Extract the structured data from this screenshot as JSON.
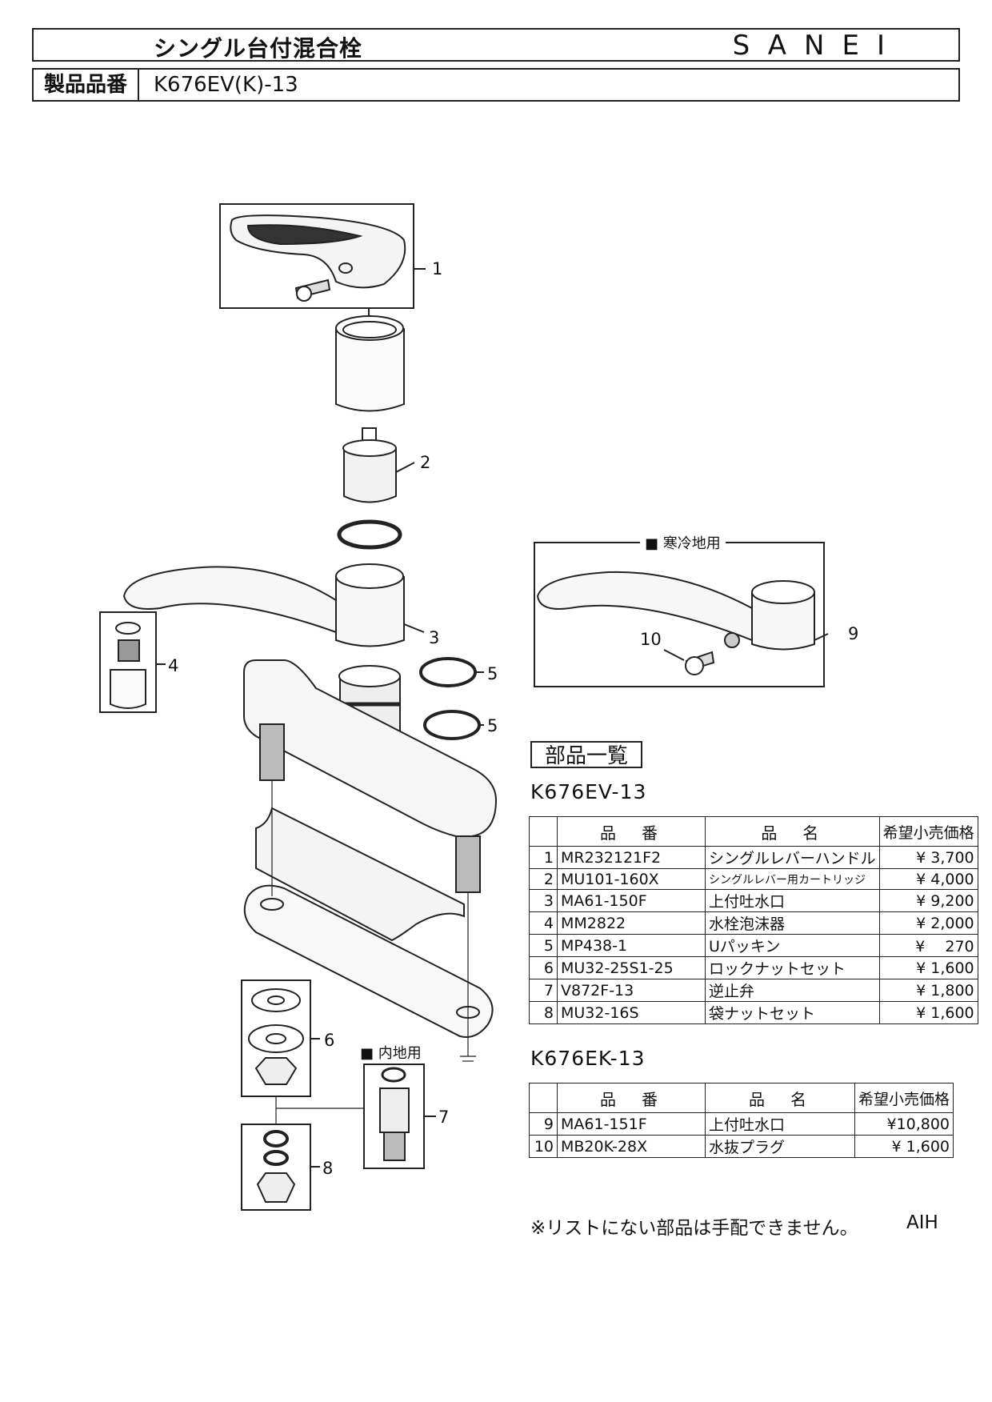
{
  "header": {
    "title": "シングル台付混合栓",
    "brand": "SANEI",
    "part_no_label": "製品品番",
    "part_no": "K676EV(K)-13"
  },
  "diagram": {
    "callouts": [
      "1",
      "2",
      "3",
      "4",
      "5",
      "5",
      "6",
      "7",
      "8",
      "9",
      "10"
    ],
    "cold_region_label": "■ 寒冷地用",
    "inland_label": "■ 内地用"
  },
  "parts_section": {
    "title": "部品一覧",
    "table_headers": [
      "品　番",
      "品　名",
      "希望小売価格"
    ],
    "model_a": "K676EV-13",
    "rows_a": [
      {
        "no": "1",
        "code": "MR232121F2",
        "name": "シングルレバーハンドル",
        "price": "¥ 3,700"
      },
      {
        "no": "2",
        "code": "MU101-160X",
        "name": "シングルレバー用カートリッジ",
        "price": "¥ 4,000"
      },
      {
        "no": "3",
        "code": "MA61-150F",
        "name": "上付吐水口",
        "price": "¥ 9,200"
      },
      {
        "no": "4",
        "code": "MM2822",
        "name": "水栓泡沫器",
        "price": "¥ 2,000"
      },
      {
        "no": "5",
        "code": "MP438-1",
        "name": "Uパッキン",
        "price": "¥　 270"
      },
      {
        "no": "6",
        "code": "MU32-25S1-25",
        "name": "ロックナットセット",
        "price": "¥ 1,600"
      },
      {
        "no": "7",
        "code": "V872F-13",
        "name": "逆止弁",
        "price": "¥ 1,800"
      },
      {
        "no": "8",
        "code": "MU32-16S",
        "name": "袋ナットセット",
        "price": "¥ 1,600"
      }
    ],
    "model_b": "K676EK-13",
    "rows_b": [
      {
        "no": "9",
        "code": "MA61-151F",
        "name": "上付吐水口",
        "price": "¥10,800"
      },
      {
        "no": "10",
        "code": "MB20K-28X",
        "name": "水抜プラグ",
        "price": "¥ 1,600"
      }
    ]
  },
  "footer": {
    "note": "※リストにない部品は手配できません。",
    "code": "AIH"
  }
}
